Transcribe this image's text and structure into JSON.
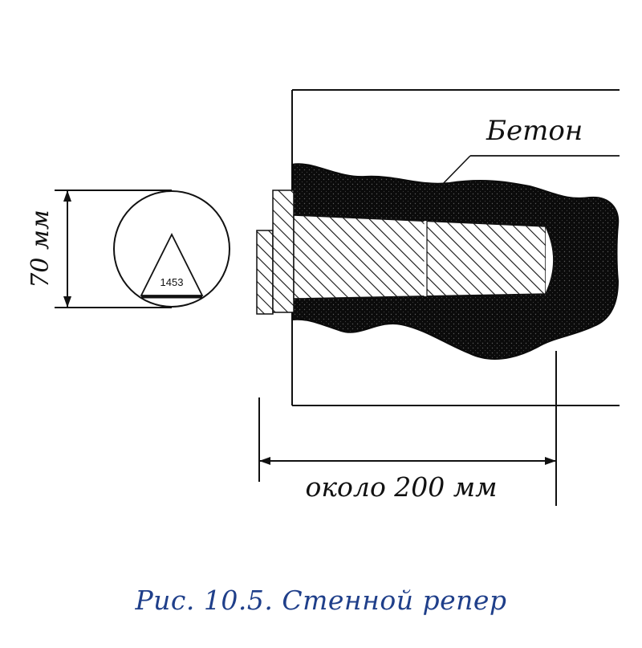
{
  "labels": {
    "concrete": "Бетон",
    "height_dimension": "70 мм",
    "length_dimension": "около 200 мм",
    "marker_number": "1453"
  },
  "caption": "Рис. 10.5. Стенной репер",
  "colors": {
    "ink": "#111111",
    "caption": "#1f3f8a",
    "background": "#ffffff"
  }
}
